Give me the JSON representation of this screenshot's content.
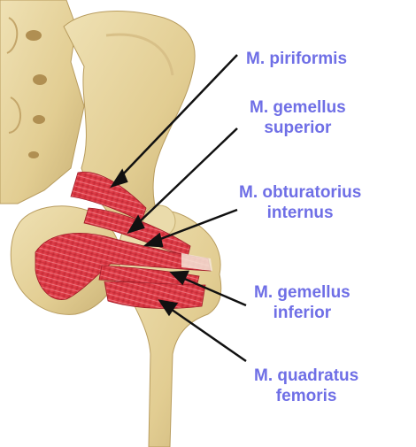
{
  "colors": {
    "label_text": "#6f6fe6",
    "bone": "#e6d49e",
    "bone_shadow": "#c2ab6b",
    "muscle": "#de3a44",
    "muscle_dark": "#a8202c",
    "tendon": "#f4e6d8",
    "leader_line": "#111111"
  },
  "labels": {
    "piriformis": {
      "line1": "M. piriformis"
    },
    "gemellus_superior": {
      "line1": "M. gemellus",
      "line2": "superior"
    },
    "obturatorius_internus": {
      "line1": "M. obturatorius",
      "line2": "internus"
    },
    "gemellus_inferior": {
      "line1": "M. gemellus",
      "line2": "inferior"
    },
    "quadratus_femoris": {
      "line1": "M. quadratus",
      "line2": "femoris"
    }
  }
}
